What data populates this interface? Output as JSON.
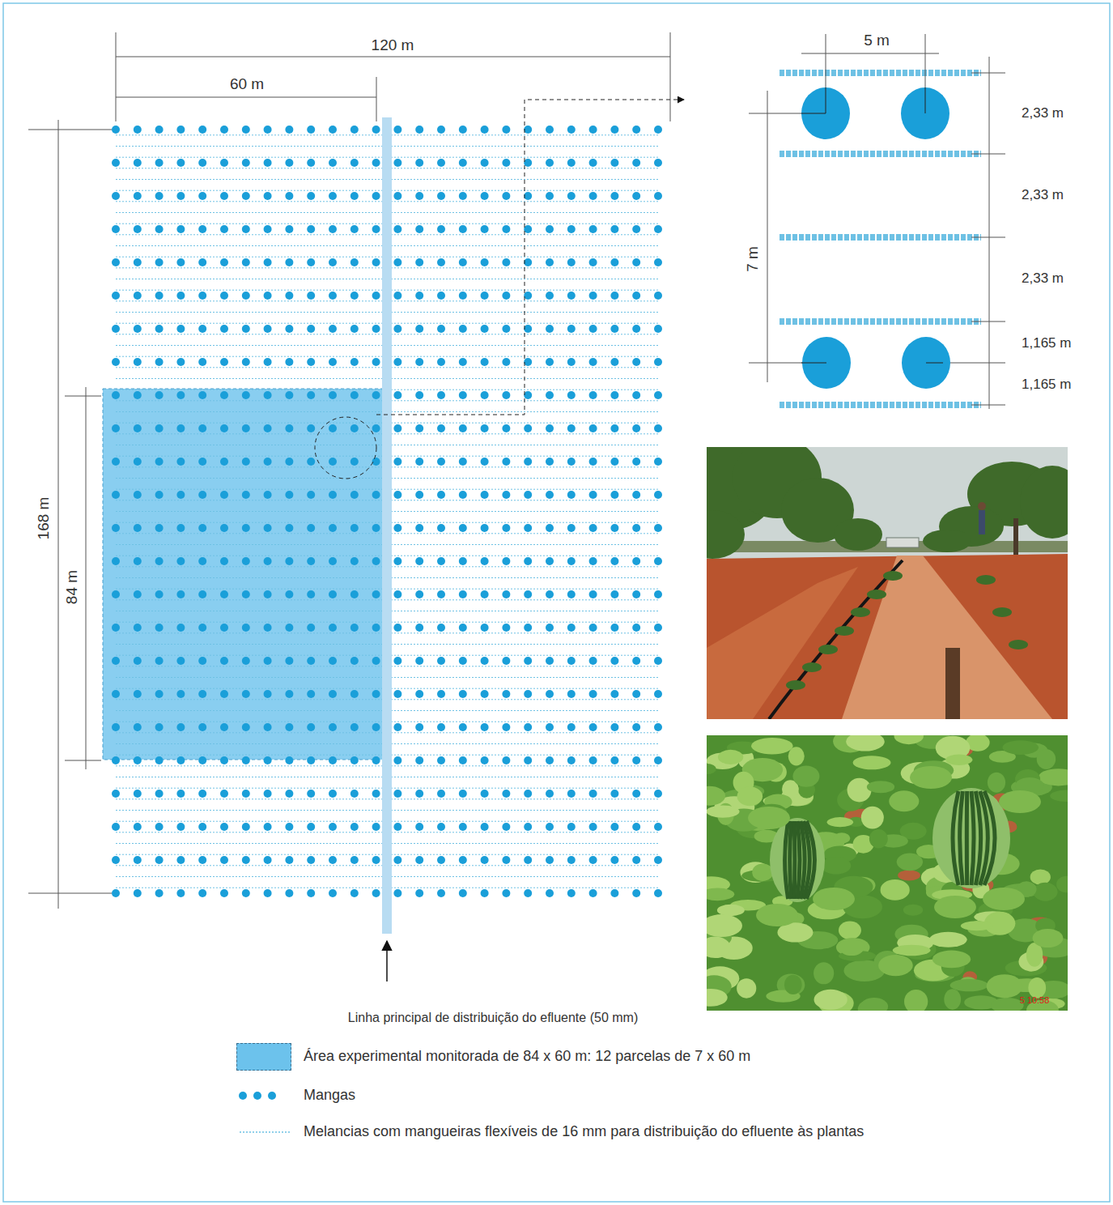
{
  "diagram": {
    "labels": [
      "120 m",
      "60 m",
      "168 m",
      "84 m",
      "5 m",
      "7 m",
      "2,33 m",
      "2,33 m",
      "2,33 m",
      "1,165 m",
      "1,165 m",
      "Linha principal de distribuição do efluente (50 mm)",
      "5 10:58"
    ],
    "legend": [
      {
        "text": "Área experimental monitorada de 84 x 60 m: 12 parcelas de 7 x 60 m",
        "color": "#6cc2ec"
      },
      {
        "text": "Mangas"
      },
      {
        "text": "Melancias com mangueiras flexíveis de 16 mm para distribuição do efluente às plantas"
      }
    ]
  }
}
